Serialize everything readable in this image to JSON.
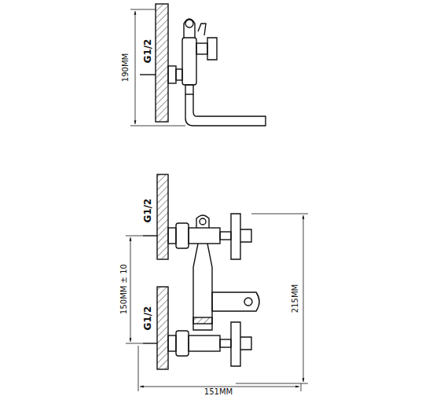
{
  "diagram": {
    "labels": [
      "G1/2",
      "190MM",
      "G1/2",
      "150MM ± 10",
      "G1/2",
      "215MM",
      "151MM"
    ]
  }
}
